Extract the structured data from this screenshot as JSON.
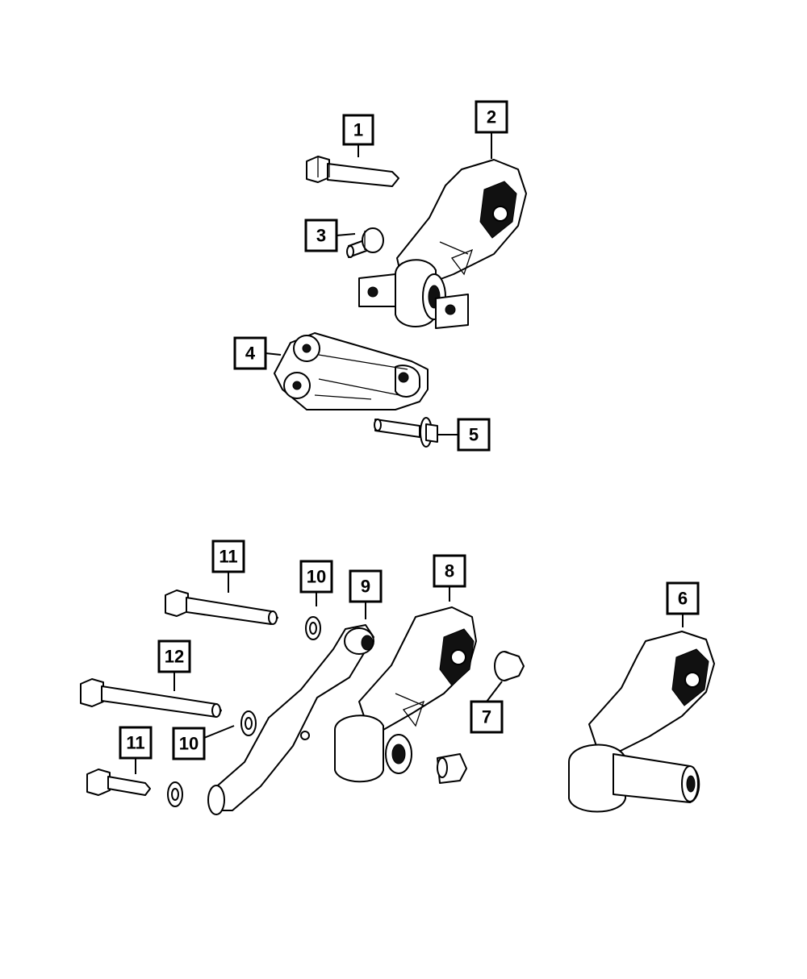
{
  "callouts": {
    "c1": "1",
    "c2": "2",
    "c3": "3",
    "c4": "4",
    "c5": "5",
    "c6": "6",
    "c7": "7",
    "c8": "8",
    "c9": "9",
    "c10a": "10",
    "c10b": "10",
    "c11a": "11",
    "c11b": "11",
    "c12": "12"
  }
}
